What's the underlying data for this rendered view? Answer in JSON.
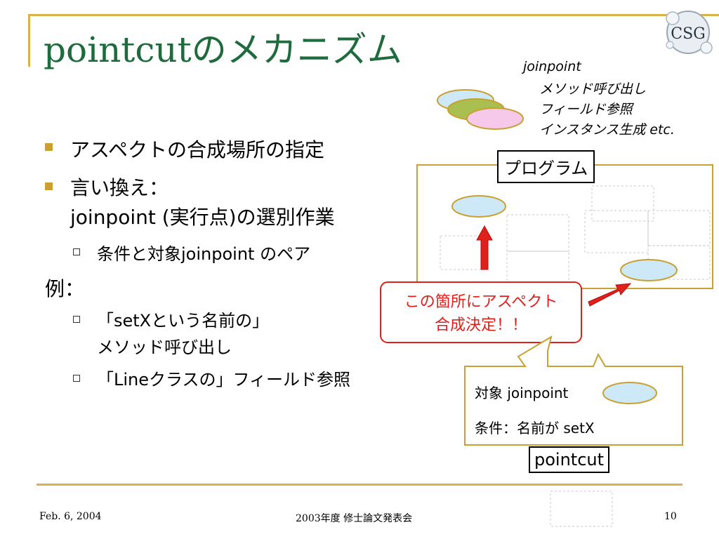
{
  "slide": {
    "title": "pointcutのメカニズム",
    "logo_text": "CSG"
  },
  "bullets": {
    "b1": "アスペクトの合成場所の指定",
    "b2_line1": "言い換え：",
    "b2_line2": "joinpoint (実行点)の選別作業",
    "b2_sub": "条件と対象joinpoint のペア",
    "example_label": "例：",
    "ex1_line1": "「setXという名前の」",
    "ex1_line2": "メソッド呼び出し",
    "ex2": "「Lineクラスの」フィールド参照"
  },
  "diagram": {
    "jp_title": "joinpoint",
    "jp_items": [
      "メソッド呼び出し",
      "フィールド参照",
      "インスタンス生成 etc."
    ],
    "program_label": "プログラム",
    "callout_line1": "この箇所にアスペクト",
    "callout_line2": "合成決定！！",
    "pc_target": "対象 joinpoint",
    "pc_condition": "条件：名前が setX",
    "pointcut_label": "pointcut"
  },
  "footer": {
    "date": "Feb. 6, 2004",
    "event": "2003年度 修士論文発表会",
    "page": "10"
  },
  "colors": {
    "title": "#1f6b3e",
    "accent": "#d8b24a",
    "ellipse_blue": "#cde8f6",
    "ellipse_green": "#a9bf4f",
    "ellipse_pink": "#f6c8ea",
    "arrow_red": "#e0201b",
    "callout_border": "#e0201b",
    "callout_text": "#e0201b"
  }
}
